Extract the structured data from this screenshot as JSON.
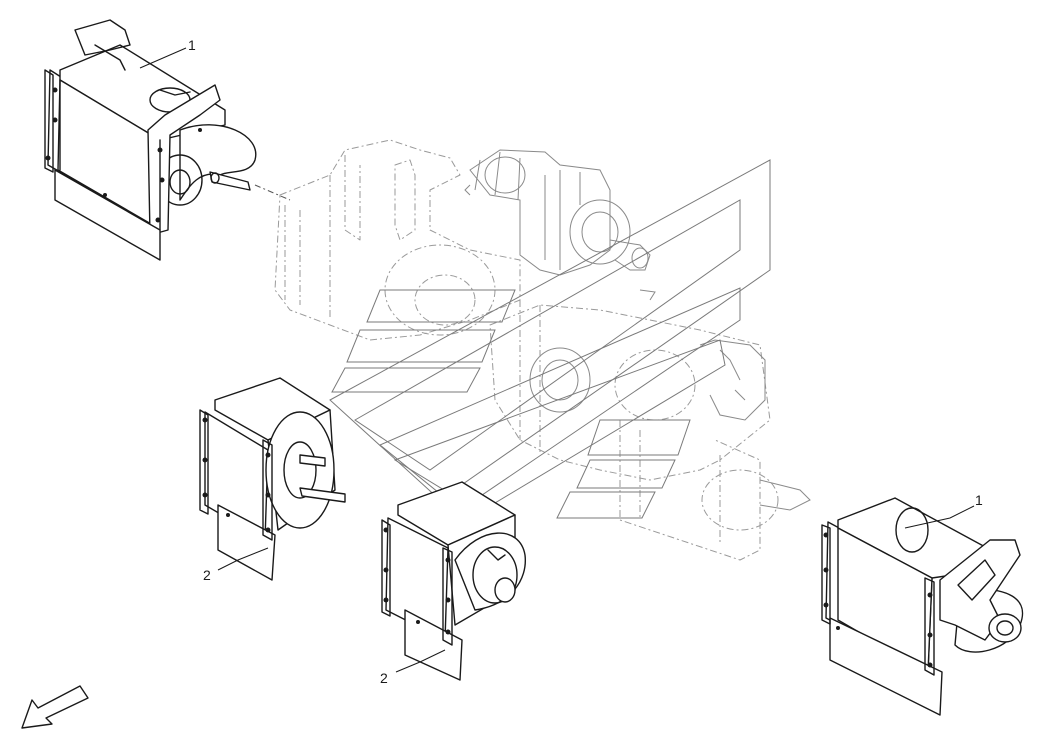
{
  "callouts": {
    "top_left": "1",
    "right": "1",
    "middle_left": "2",
    "bottom_center": "2"
  },
  "icons": {
    "orientation": "direction-arrow-icon"
  },
  "colors": {
    "line": "#1a1a1a",
    "ghost": "#9a9a9a",
    "background": "#ffffff"
  }
}
